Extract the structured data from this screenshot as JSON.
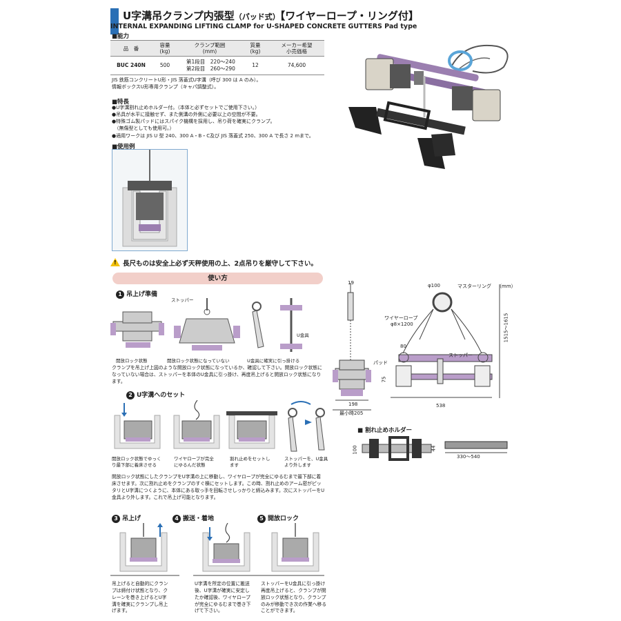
{
  "header": {
    "title_main": "U字溝吊クランプ内張型",
    "title_sub": "（パッド式）",
    "title_bracket": "【ワイヤーロープ・リング付】",
    "title_en": "INTERNAL EXPANDING LIFTING CLAMP for U-SHAPED CONCRETE GUTTERS Pad type"
  },
  "capacity": {
    "heading": "■能力",
    "columns": [
      "品　番",
      "容量\n(kg)",
      "クランプ範囲\n(mm)",
      "質量\n(kg)",
      "メーカー希望\n小売価格"
    ],
    "row": {
      "model": "BUC 240N",
      "capacity": "500",
      "range1": "第1段目　220～240",
      "range2": "第2段目　260～290",
      "mass": "12",
      "price": "74,600"
    },
    "note1": "JIS 鉄筋コンクリートU形・JIS 落蓋式U字溝（呼び 300 は A のみ）。",
    "note2": "情報ボックスU形専用クランプ（キャパ調整式）。"
  },
  "features": {
    "heading": "■特長",
    "items": [
      "●U字溝割れ止めホルダー付。（本体と必ずセットでご使用下さい。）",
      "●吊具が水平に接触せず、また側溝の外側に必要以上の空間が不要。",
      "●特殊ゴム製パッドにはスパイク機構を採用し、吊り荷を確実にクランプ。",
      "　（無傷型としても使用可。）",
      "●適用ワークは JIS U 型 240、300 A・B・C及び JIS 落蓋式 250、300 A で長さ 2 mまで。"
    ]
  },
  "example": {
    "heading": "■使用例"
  },
  "warning": "長尺ものは安全上必ず天秤使用の上、2点吊りを厳守して下さい。",
  "howto": {
    "heading": "使い方",
    "step1": {
      "num": "1",
      "title": "吊上げ準備",
      "cap_open": "開放ロック状態",
      "cap_not": "開放ロック状態になっていない",
      "cap_hook": "U金具に確実に引っ掛ける",
      "label_stopper": "ストッパー",
      "label_ubracket": "U金具",
      "text": "クランプを吊上げ上図のような開放ロック状態になっているか、確認して下さい。開放ロック状態になっていない場合は、ストッパーを本体のU金具に引っ掛け、再度吊上げると開放ロック状態になります。"
    },
    "step2": {
      "num": "2",
      "title": "U字溝へのセット",
      "cap_a1": "開放ロック状態でゆっく",
      "cap_a2": "り最下部に着床させる",
      "cap_b1": "ワイヤロープが完全",
      "cap_b2": "にゆるんだ状態",
      "cap_c1": "割れ止めをセットし",
      "cap_c2": "ます",
      "cap_d1": "ストッパーを、U金具",
      "cap_d2": "より外します",
      "text": "開放ロック状態にしたクランプをU字溝の上に移動し、ワイヤロープが完全にゆるむまで最下部に着床させます。次に割れ止めをクランプのすぐ横にセットします。この時、割れ止めのアーム密がピッタリとU字溝につくように、本体にある取っ手を回転させしっかりと締込みます。次にストッパーをU金具より外します。これで吊上げ可能となります。"
    },
    "step3": {
      "num": "3",
      "title": "吊上げ",
      "text": "吊上げると自動的にクランプは締付け状態となり、クレーンを巻き上げるとU字溝を確実にクランプし吊上げます。"
    },
    "step4": {
      "num": "4",
      "title": "搬送・着地",
      "text": "U字溝を所定の位置に搬送後、U字溝が確実に安定したか確認後、ワイヤロープが完全にゆるむまで巻き下げて下さい。"
    },
    "step5": {
      "num": "5",
      "title": "開放ロック",
      "text": "ストッパーをU金具に引っ掛け再度吊上げると、クランプが開放ロック状態となり、クランプのみが移動でき次の作業へ移ることができます。"
    }
  },
  "drawing": {
    "dim_19": "19",
    "dim_phi100": "φ100",
    "label_master_ring": "マスターリング",
    "unit": "（mm）",
    "label_wire_rope": "ワイヤーロープ",
    "wire_spec": "φ8×1200",
    "dim_80": "80",
    "label_stopper": "ストッパー",
    "label_pad": "パッド",
    "dim_75": "75",
    "dim_198": "198",
    "dim_min": "最小時205",
    "dim_538": "538",
    "dim_height": "1515～1615",
    "holder_heading": "■ 割れ止めホルダー",
    "dim_100": "100",
    "dim_44": "44",
    "dim_holder": "330～540"
  }
}
